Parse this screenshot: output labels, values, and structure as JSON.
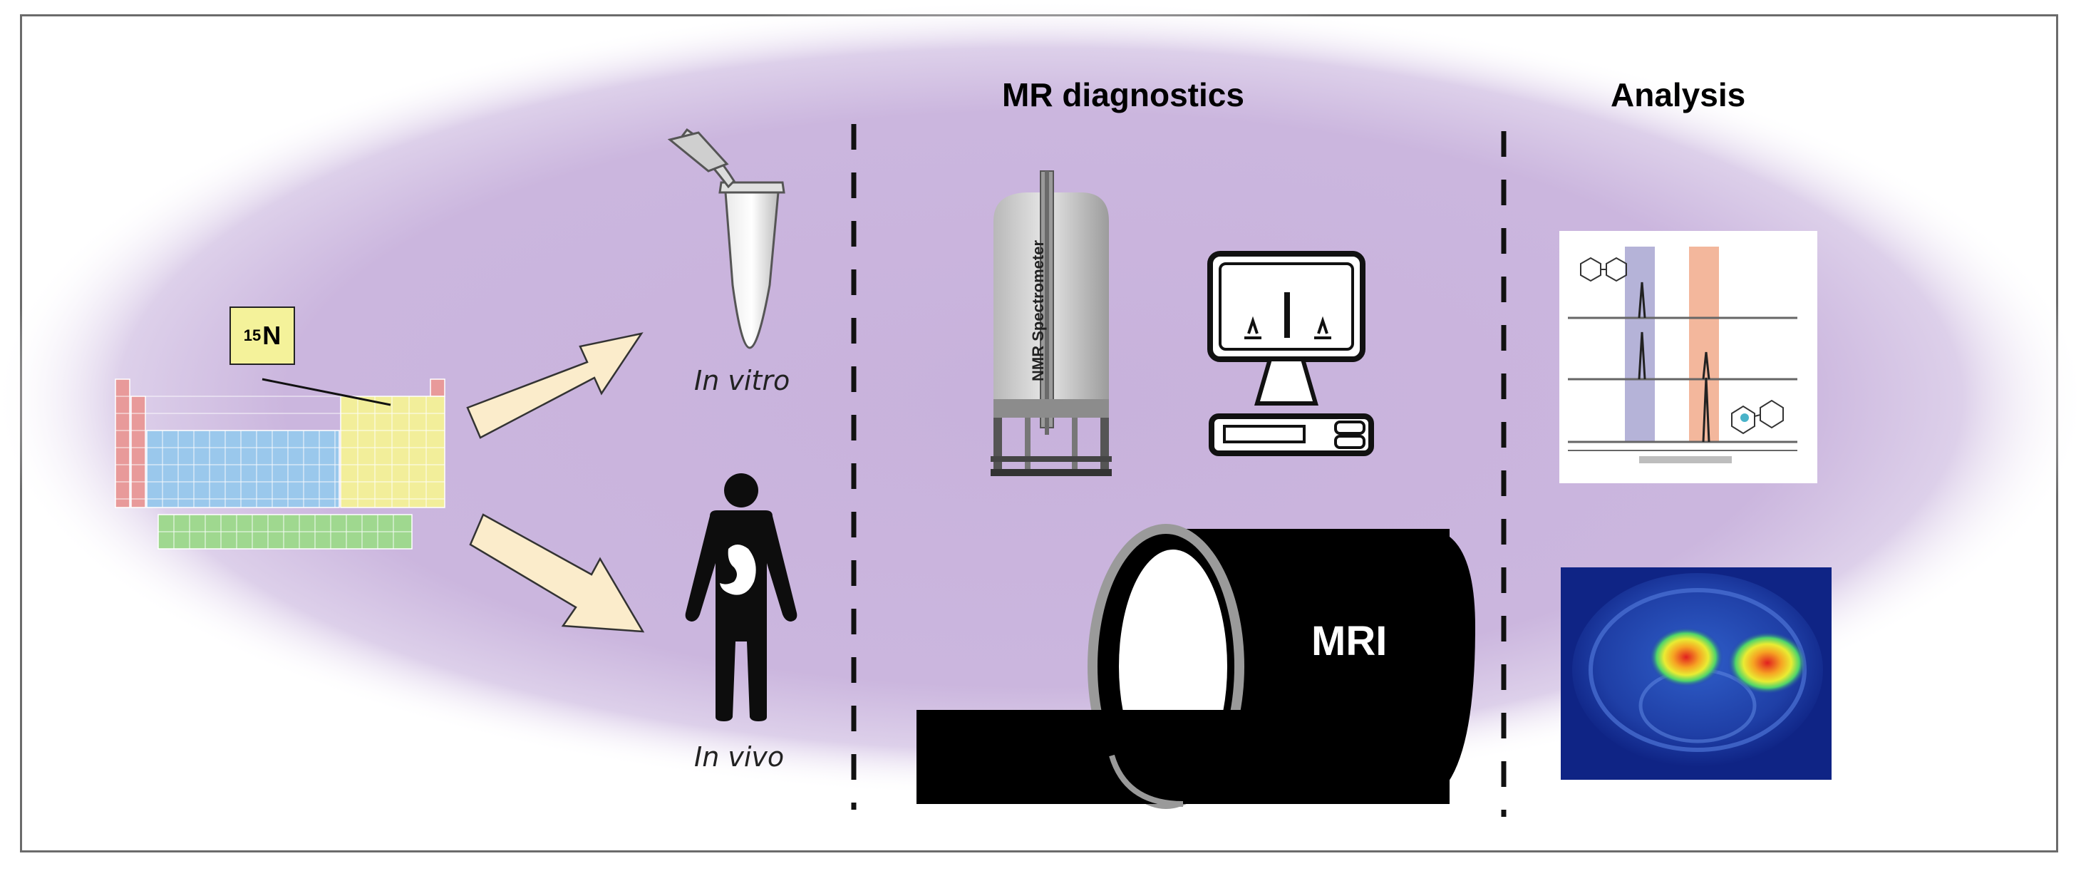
{
  "sections": {
    "mr_diagnostics": "MR diagnostics",
    "analysis": "Analysis"
  },
  "element_label": {
    "mass_number": "15",
    "symbol": "N"
  },
  "samples": {
    "in_vitro": "In vitro",
    "in_vivo": "In vivo"
  },
  "instruments": {
    "nmr_label": "NMR Spectrometer",
    "mri_label": "MRI"
  },
  "colors": {
    "background_glow": "#c9b4dd",
    "arrow_fill": "#fbeccb",
    "periodic_red": "#e89a9a",
    "periodic_blue": "#9ac8ec",
    "periodic_yellow": "#f2ee9a",
    "periodic_green": "#9fd88f",
    "spectrum_purple": "#b5b3d8",
    "spectrum_orange": "#f3b79c"
  }
}
